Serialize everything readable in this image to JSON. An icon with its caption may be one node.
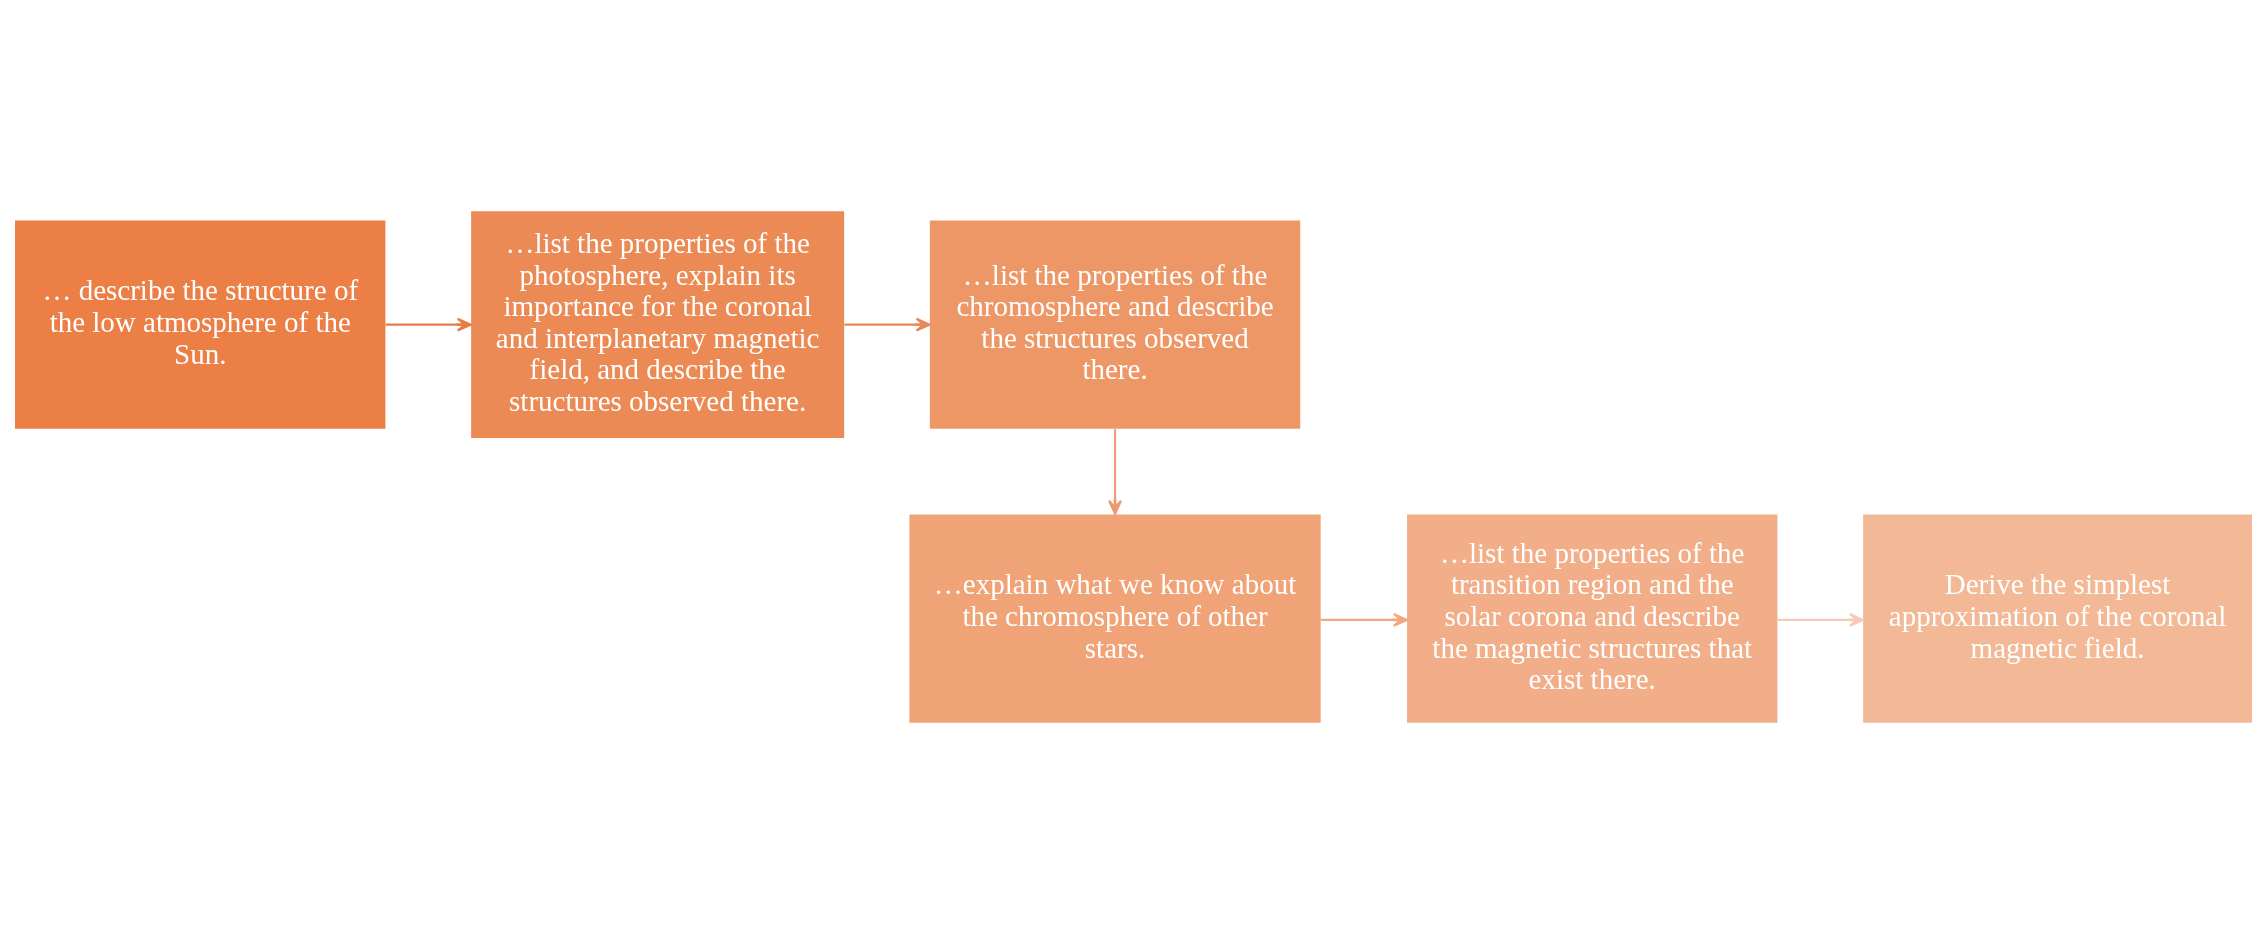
{
  "diagram": {
    "nodes": [
      {
        "text": [
          "… describe the structure of the low atmosphere of the Sun."
        ]
      },
      {
        "text": [
          "…list the properties of the photosphere, explain its importance for the coronal and interplanetary magnetic field, and describe the structures observed there."
        ]
      },
      {
        "text": [
          "…list the properties of the chromosphere and describe the structures observed there."
        ]
      },
      {
        "text": [
          "…explain what we know about the chromosphere of other stars."
        ]
      },
      {
        "text": [
          "…list the properties of the transition region and the solar corona and describe the magnetic structures that exist there."
        ]
      },
      {
        "text": [
          "Derive the simplest approximation of the coronal magnetic field."
        ]
      }
    ],
    "edges": [
      {
        "from": 0,
        "to": 1,
        "arrow": "to",
        "color": "#e47d48"
      },
      {
        "from": 1,
        "to": 2,
        "arrow": "to",
        "color": "#e8875a"
      },
      {
        "from": 2,
        "to": 3,
        "arrow": "to",
        "color": "#eb9a74"
      },
      {
        "from": 3,
        "to": 4,
        "arrow": "to",
        "color": "#f0a882"
      },
      {
        "from": 4,
        "to": 5,
        "arrow": "to",
        "color": "#f6cbb5"
      }
    ]
  }
}
